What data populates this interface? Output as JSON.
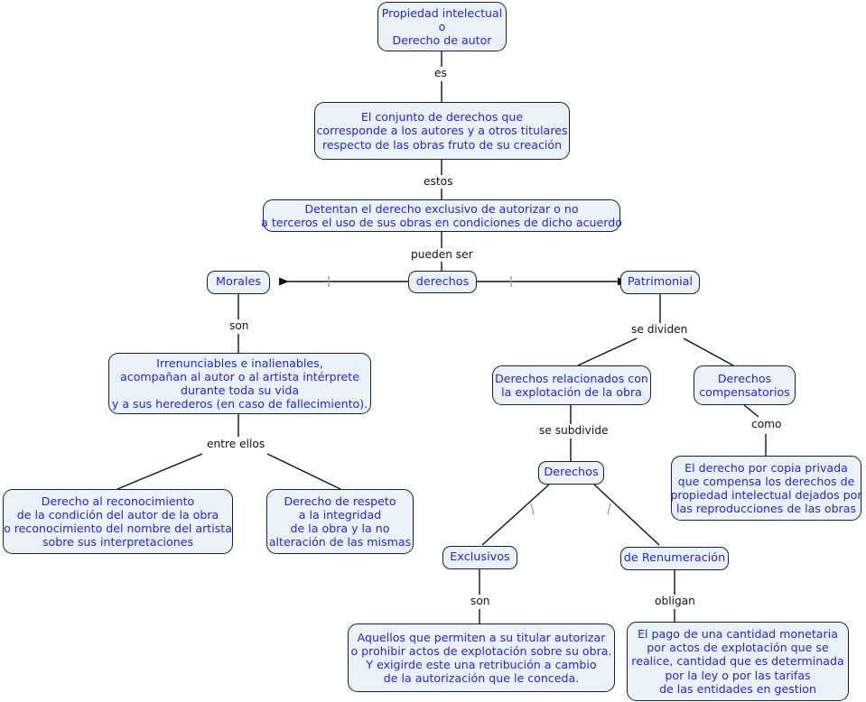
{
  "diagram": {
    "title_node": "Propiedad intelectual\no\nDerecho de autor",
    "colors": {
      "node_fill": "#eaf2f8",
      "node_border": "#13213f",
      "node_text": "#2424d8",
      "edge": "#111111",
      "label_text": "#121212",
      "background": "#ffffff"
    },
    "nodes": {
      "root": "Propiedad intelectual\no\nDerecho de autor",
      "conjunto": "El conjunto de derechos que\ncorresponde a los autores y a otros titulares\nrespecto de las obras fruto de su creación",
      "detentan": "Detentan el derecho exclusivo de autorizar o no\na terceros el uso de sus obras en condiciones de dicho acuerdo",
      "derechos_hub": "derechos",
      "morales": "Morales",
      "patrimonial": "Patrimonial",
      "irrenunciables": "Irrenunciables e inalienables,\nacompañan al autor o al artista intérprete\ndurante toda su vida\ny a sus herederos (en caso de fallecimiento).",
      "derecho_reconocimiento": "Derecho al reconocimiento\nde la condición del autor de la obra\no reconocimiento del nombre del artista\nsobre sus interpretaciones",
      "derecho_respeto": "Derecho de respeto\na la integridad\nde la obra y la no\nalteración de las mismas",
      "explotacion": "Derechos relacionados con\nla explotación de la obra",
      "compensatorios": "Derechos\ncompensatorios",
      "copia_privada": "El derecho por copia privada\nque compensa los derechos de\npropiedad intelectual dejados por\nlas reproducciones de las obras",
      "derechos_sub": "Derechos",
      "exclusivos": "Exclusivos",
      "renumeracion": "de Renumeración",
      "aquellos": "Aquellos que permiten a su titular autorizar\no prohibir actos de explotación sobre su obra.\nY exigirde este una retribución a cambio\nde la autorización que le conceda.",
      "pago": "El pago de una cantidad monetaria\npor actos de explotación que se\nrealice, cantidad que es determinada\npor la ley o por las tarifas\nde las entidades en gestion"
    },
    "link_labels": {
      "es": "es",
      "estos": "estos",
      "pueden_ser": "pueden ser",
      "son_morales": "son",
      "se_dividen": "se dividen",
      "entre_ellos": "entre ellos",
      "se_subdivide": "se subdivide",
      "como": "como",
      "son_exclusivos": "son",
      "obligan": "obligan"
    }
  }
}
